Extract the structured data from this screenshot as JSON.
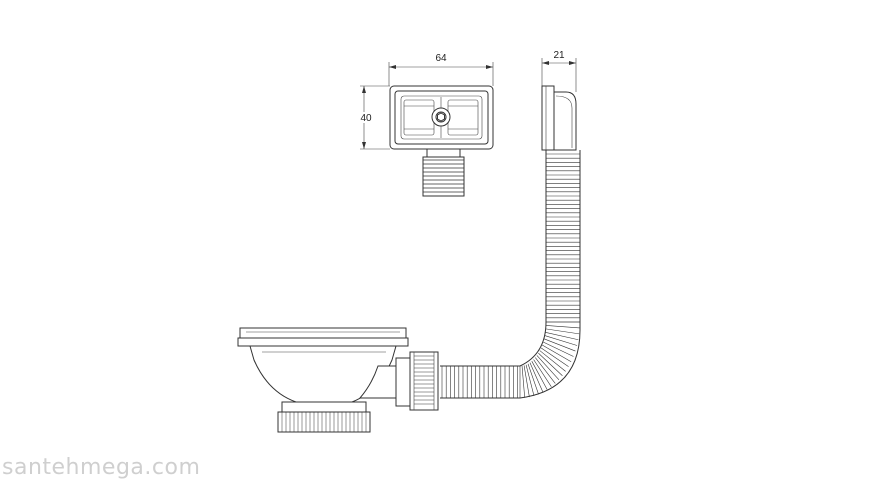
{
  "dimensions": {
    "overflow_width": "64",
    "overflow_height": "40",
    "overflow_depth": "21"
  },
  "watermark": "santehmega.com"
}
